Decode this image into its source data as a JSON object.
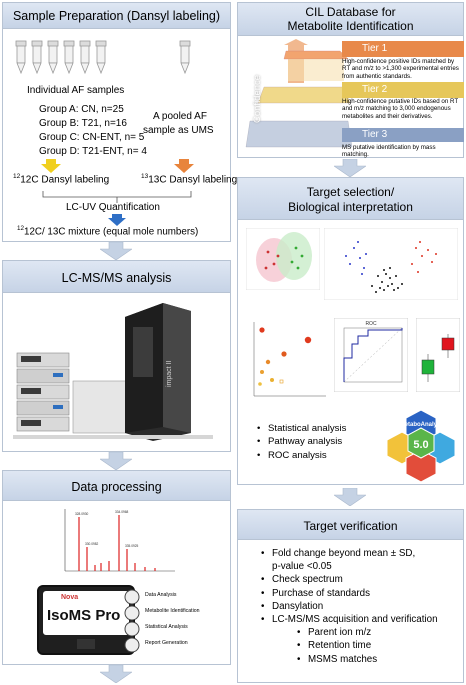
{
  "left_col": {
    "sample_prep": {
      "title": "Sample Preparation (Dansyl labeling)",
      "individual_label": "Individual AF samples",
      "groups": [
        "Group A: CN, n=25",
        "Group B: T21, n=16",
        "Group C: CN-ENT, n= 5",
        "Group D: T21-ENT, n= 4"
      ],
      "pooled_label_1": "A pooled AF",
      "pooled_label_2": "sample as UMS",
      "c12_label": "12C Dansyl labeling",
      "c13_label": "13C Dansyl labeling",
      "lc_uv": "LC-UV Quantification",
      "mixture": "12C/ 13C mixture (equal mole numbers)"
    },
    "lcms": {
      "title": "LC-MS/MS analysis",
      "instrument_brand": "impact II"
    },
    "data_proc": {
      "title": "Data processing",
      "software_brand": "Nova",
      "software_name": "IsoMS Pro",
      "modules": [
        "Data Analysis",
        "Metabolite Identification",
        "Statistical Analysis",
        "Report Generation"
      ],
      "spectrum_peaks": [
        "328.0930",
        "330.0982",
        "331.0932",
        "332.0927",
        "333.0970",
        "334.0968",
        "335.0925",
        "336.0981",
        "337.0934",
        "338.0940"
      ]
    }
  },
  "right_col": {
    "cil_db": {
      "title_1": "CIL Database for",
      "title_2": "Metabolite Identification",
      "confidence_label": "Confidence",
      "tiers": [
        {
          "label": "Tier 1",
          "text": "High-confidence positive IDs matched by RT and m/z to >1,300 experimental entries from authentic standards."
        },
        {
          "label": "Tier 2",
          "text": "High-confidence putative IDs based on RT and m/z matching to 3,000 endogenous metabolites and their derivatives."
        },
        {
          "label": "Tier 3",
          "text": "MS putative identification by mass matching."
        }
      ]
    },
    "target_sel": {
      "title_1": "Target selection/",
      "title_2": "Biological interpretation",
      "bullets": [
        "Statistical analysis",
        "Pathway analysis",
        "ROC analysis"
      ],
      "metabo_label": "MetaboAnalyst",
      "metabo_version": "5.0",
      "roc_title": "ROC"
    },
    "target_ver": {
      "title": "Target verification",
      "bullets": [
        "Fold change beyond mean ± SD,",
        "Check spectrum",
        "Purchase of standards",
        "Dansylation",
        "LC-MS/MS acquisition and verification"
      ],
      "pvalue_line": "p-value <0.05",
      "sub_bullets": [
        "Parent ion m/z",
        "Retention time",
        "MSMS matches"
      ]
    }
  },
  "colors": {
    "header_bg": "#c6d3e6",
    "arrow": "#c5d2e4",
    "tier1": "#e8894a",
    "tier2": "#e6c75a",
    "tier3": "#8aa0c4"
  }
}
